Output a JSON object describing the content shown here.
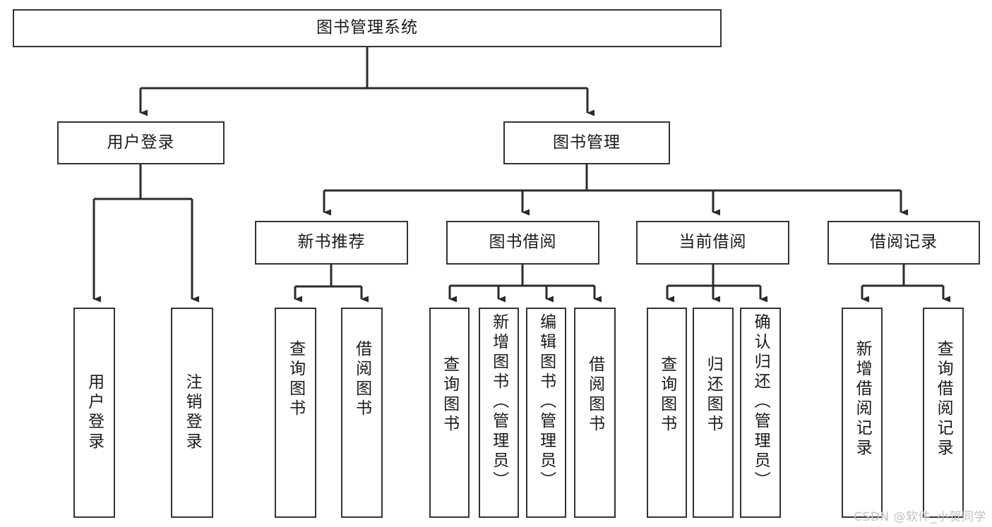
{
  "diagram": {
    "title": "图书管理系统",
    "type": "hierarchy-tree",
    "root": {
      "id": "root",
      "label": "图书管理系统"
    },
    "level2": [
      {
        "id": "user-login",
        "label": "用户登录"
      },
      {
        "id": "book-manage",
        "label": "图书管理"
      }
    ],
    "level3": [
      {
        "id": "new-book-recommend",
        "label": "新书推荐",
        "parent": "book-manage"
      },
      {
        "id": "book-borrow",
        "label": "图书借阅",
        "parent": "book-manage"
      },
      {
        "id": "current-borrow",
        "label": "当前借阅",
        "parent": "book-manage"
      },
      {
        "id": "borrow-record",
        "label": "借阅记录",
        "parent": "book-manage"
      }
    ],
    "leaves": [
      {
        "id": "leaf-user-login",
        "label": "用户登录",
        "parent": "user-login"
      },
      {
        "id": "leaf-logout-login",
        "label": "注销登录",
        "parent": "user-login"
      },
      {
        "id": "leaf-query-book-1",
        "label": "查询图书",
        "parent": "new-book-recommend"
      },
      {
        "id": "leaf-borrow-book-1",
        "label": "借阅图书",
        "parent": "new-book-recommend"
      },
      {
        "id": "leaf-query-book-2",
        "label": "查询图书",
        "parent": "book-borrow"
      },
      {
        "id": "leaf-add-book",
        "label": "新增图书（管理员）",
        "parent": "book-borrow"
      },
      {
        "id": "leaf-edit-book",
        "label": "编辑图书（管理员）",
        "parent": "book-borrow"
      },
      {
        "id": "leaf-borrow-book-2",
        "label": "借阅图书",
        "parent": "book-borrow"
      },
      {
        "id": "leaf-query-book-3",
        "label": "查询图书",
        "parent": "current-borrow"
      },
      {
        "id": "leaf-return-book",
        "label": "归还图书",
        "parent": "current-borrow"
      },
      {
        "id": "leaf-confirm-return",
        "label": "确认归还（管理员）",
        "parent": "current-borrow"
      },
      {
        "id": "leaf-add-record",
        "label": "新增借阅记录",
        "parent": "borrow-record"
      },
      {
        "id": "leaf-query-record",
        "label": "查询借阅记录",
        "parent": "borrow-record"
      }
    ],
    "colors": {
      "box_border": "#333333",
      "box_fill": "#ffffff",
      "connector": "#2b2b2b",
      "text": "#1a1a1a",
      "watermark": "#c2c2c2"
    }
  },
  "watermark": {
    "text": "CSDN @软件_小贺同学"
  }
}
